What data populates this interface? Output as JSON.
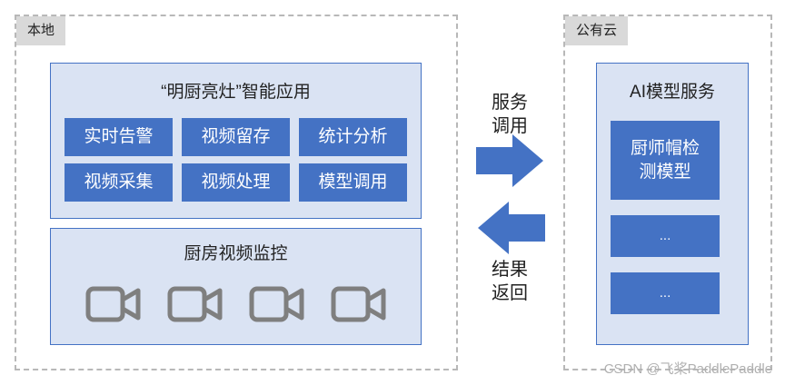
{
  "local": {
    "label": "本地",
    "app_panel": {
      "title": "“明厨亮灶”智能应用",
      "modules": [
        "实时告警",
        "视频留存",
        "统计分析",
        "视频采集",
        "视频处理",
        "模型调用"
      ]
    },
    "monitor_panel": {
      "title": "厨房视频监控",
      "camera_count": 4
    }
  },
  "flows": {
    "forward_label_line1": "服务",
    "forward_label_line2": "调用",
    "back_label_line1": "结果",
    "back_label_line2": "返回"
  },
  "cloud": {
    "label": "公有云",
    "service_panel": {
      "title": "AI模型服务",
      "model_line1": "厨师帽检",
      "model_line2": "测模型",
      "placeholder_1": "...",
      "placeholder_2": "..."
    }
  },
  "colors": {
    "tile_blue": "#4472c4",
    "panel_fill": "#dae3f3",
    "camera_gray": "#7f7f7f"
  },
  "watermark": "CSDN @飞桨PaddlePaddle"
}
